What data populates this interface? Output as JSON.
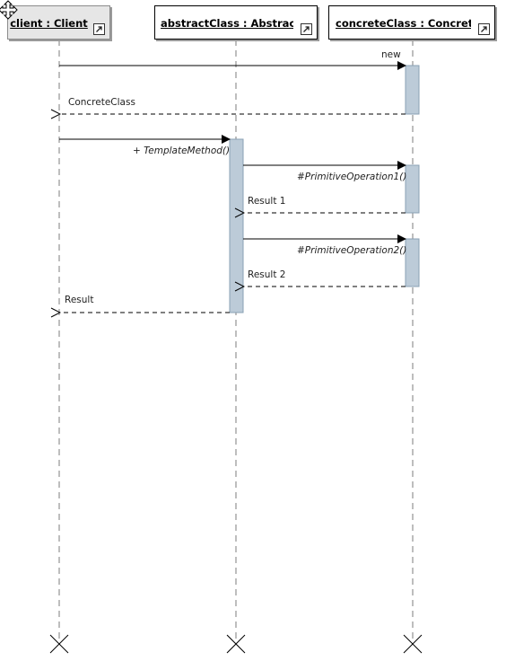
{
  "lifelines": [
    {
      "id": "client",
      "title": "client : Client",
      "selected": true
    },
    {
      "id": "abstract",
      "title": "abstractClass : AbstractClass",
      "selected": false
    },
    {
      "id": "concrete",
      "title": "concreteClass : ConcreteClass",
      "selected": false
    }
  ],
  "messages": [
    {
      "label": "new",
      "kind": "sync",
      "italic": false
    },
    {
      "label": "ConcreteClass",
      "kind": "return",
      "italic": false
    },
    {
      "label": "+ TemplateMethod()",
      "kind": "sync",
      "italic": true
    },
    {
      "label": "#PrimitiveOperation1()",
      "kind": "sync",
      "italic": true
    },
    {
      "label": "Result 1",
      "kind": "return",
      "italic": false
    },
    {
      "label": "#PrimitiveOperation2()",
      "kind": "sync",
      "italic": true
    },
    {
      "label": "Result 2",
      "kind": "return",
      "italic": false
    },
    {
      "label": "Result",
      "kind": "return",
      "italic": false
    }
  ],
  "colors": {
    "activation_fill": "#bccbd8",
    "activation_stroke": "#8aa0b4",
    "lifeline_dash": "#9a9a9a"
  },
  "icons": {
    "link": "navigate-arrow-icon",
    "move": "move-cursor-icon",
    "destroy": "destroy-x-icon"
  }
}
